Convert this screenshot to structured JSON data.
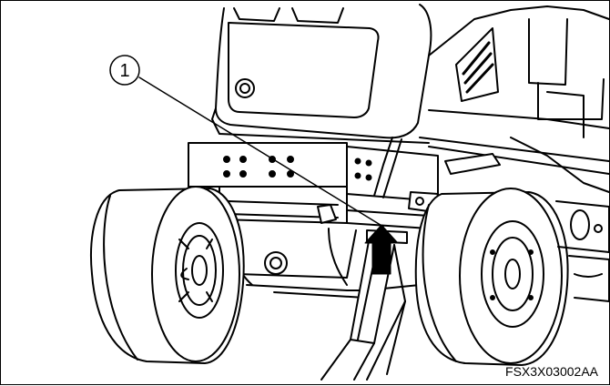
{
  "callout": {
    "number": "1"
  },
  "figure_code": "FSX3X03002AA",
  "icons": [
    "tractor-rear-illustration",
    "jack-stand-icon",
    "up-arrow-icon"
  ]
}
